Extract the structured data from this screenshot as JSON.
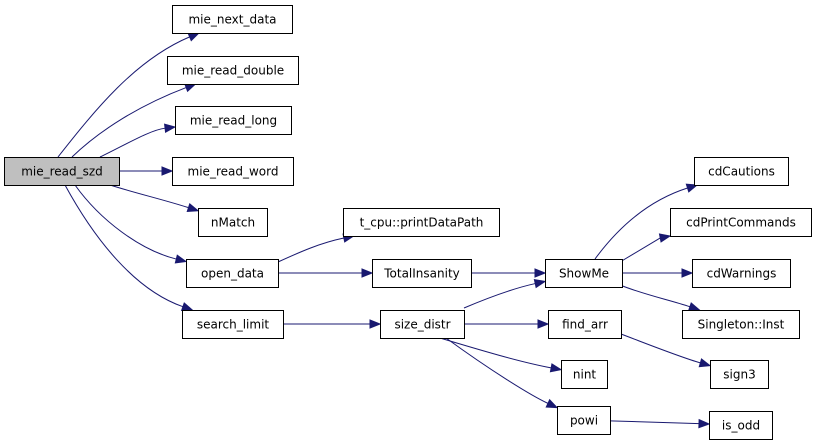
{
  "diagram": {
    "nodes": [
      {
        "id": "mie_read_szd",
        "label": "mie_read_szd",
        "root": true
      },
      {
        "id": "mie_next_data",
        "label": "mie_next_data"
      },
      {
        "id": "mie_read_double",
        "label": "mie_read_double"
      },
      {
        "id": "mie_read_long",
        "label": "mie_read_long"
      },
      {
        "id": "mie_read_word",
        "label": "mie_read_word"
      },
      {
        "id": "nMatch",
        "label": "nMatch"
      },
      {
        "id": "open_data",
        "label": "open_data"
      },
      {
        "id": "search_limit",
        "label": "search_limit"
      },
      {
        "id": "t_cpu_printDataPath",
        "label": "t_cpu::printDataPath"
      },
      {
        "id": "TotalInsanity",
        "label": "TotalInsanity"
      },
      {
        "id": "size_distr",
        "label": "size_distr"
      },
      {
        "id": "ShowMe",
        "label": "ShowMe"
      },
      {
        "id": "find_arr",
        "label": "find_arr"
      },
      {
        "id": "nint",
        "label": "nint"
      },
      {
        "id": "powi",
        "label": "powi"
      },
      {
        "id": "cdCautions",
        "label": "cdCautions"
      },
      {
        "id": "cdPrintCommands",
        "label": "cdPrintCommands"
      },
      {
        "id": "cdWarnings",
        "label": "cdWarnings"
      },
      {
        "id": "Singleton_Inst",
        "label": "Singleton::Inst"
      },
      {
        "id": "sign3",
        "label": "sign3"
      },
      {
        "id": "is_odd",
        "label": "is_odd"
      }
    ],
    "edges": [
      {
        "from": "mie_read_szd",
        "to": "mie_next_data"
      },
      {
        "from": "mie_read_szd",
        "to": "mie_read_double"
      },
      {
        "from": "mie_read_szd",
        "to": "mie_read_long"
      },
      {
        "from": "mie_read_szd",
        "to": "mie_read_word"
      },
      {
        "from": "mie_read_szd",
        "to": "nMatch"
      },
      {
        "from": "mie_read_szd",
        "to": "open_data"
      },
      {
        "from": "mie_read_szd",
        "to": "search_limit"
      },
      {
        "from": "open_data",
        "to": "t_cpu_printDataPath"
      },
      {
        "from": "open_data",
        "to": "TotalInsanity"
      },
      {
        "from": "search_limit",
        "to": "size_distr"
      },
      {
        "from": "TotalInsanity",
        "to": "ShowMe"
      },
      {
        "from": "size_distr",
        "to": "ShowMe"
      },
      {
        "from": "size_distr",
        "to": "find_arr"
      },
      {
        "from": "size_distr",
        "to": "nint"
      },
      {
        "from": "size_distr",
        "to": "powi"
      },
      {
        "from": "ShowMe",
        "to": "cdCautions"
      },
      {
        "from": "ShowMe",
        "to": "cdPrintCommands"
      },
      {
        "from": "ShowMe",
        "to": "cdWarnings"
      },
      {
        "from": "ShowMe",
        "to": "Singleton_Inst"
      },
      {
        "from": "find_arr",
        "to": "sign3"
      },
      {
        "from": "powi",
        "to": "is_odd"
      }
    ]
  }
}
